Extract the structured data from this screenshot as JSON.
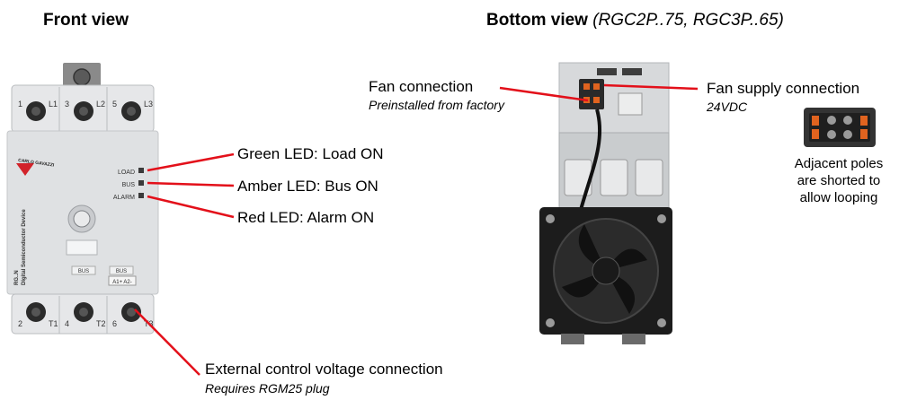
{
  "front": {
    "heading": "Front view",
    "device": {
      "top_terminals": [
        "1",
        "L1",
        "3",
        "L2",
        "5",
        "L3"
      ],
      "bottom_terminals": [
        "2",
        "T1",
        "4",
        "T2",
        "6",
        "T3"
      ],
      "led_labels": [
        "LOAD",
        "BUS",
        "ALARM"
      ],
      "brand": "CARLO GAVAZZI",
      "model": "RG..N",
      "model_desc": "Digital Semiconductor Device",
      "bus_tabs": [
        "BUS",
        "BUS"
      ],
      "control_label": "A1+ A2-"
    },
    "callouts": {
      "green_led": "Green LED: Load ON",
      "amber_led": "Amber LED: Bus ON",
      "red_led": "Red LED: Alarm ON",
      "control_title": "External control voltage connection",
      "control_note": "Requires RGM25 plug"
    }
  },
  "bottom": {
    "heading": "Bottom view",
    "heading_models": "(RGC2P..75, RGC3P..65)",
    "callouts": {
      "fan_conn_title": "Fan connection",
      "fan_conn_note": "Preinstalled from factory",
      "fan_supply_title": "Fan supply connection",
      "fan_supply_note": "24VDC",
      "adjacent_line1": "Adjacent poles",
      "adjacent_line2": "are shorted to",
      "adjacent_line3": "allow looping"
    }
  },
  "colors": {
    "callout_line": "#e3101a",
    "brand_red": "#d2232a",
    "housing": "#dfe1e3",
    "housing_dark": "#c4c7ca",
    "fan_black": "#1c1c1c",
    "connector_orange": "#e0631f"
  }
}
